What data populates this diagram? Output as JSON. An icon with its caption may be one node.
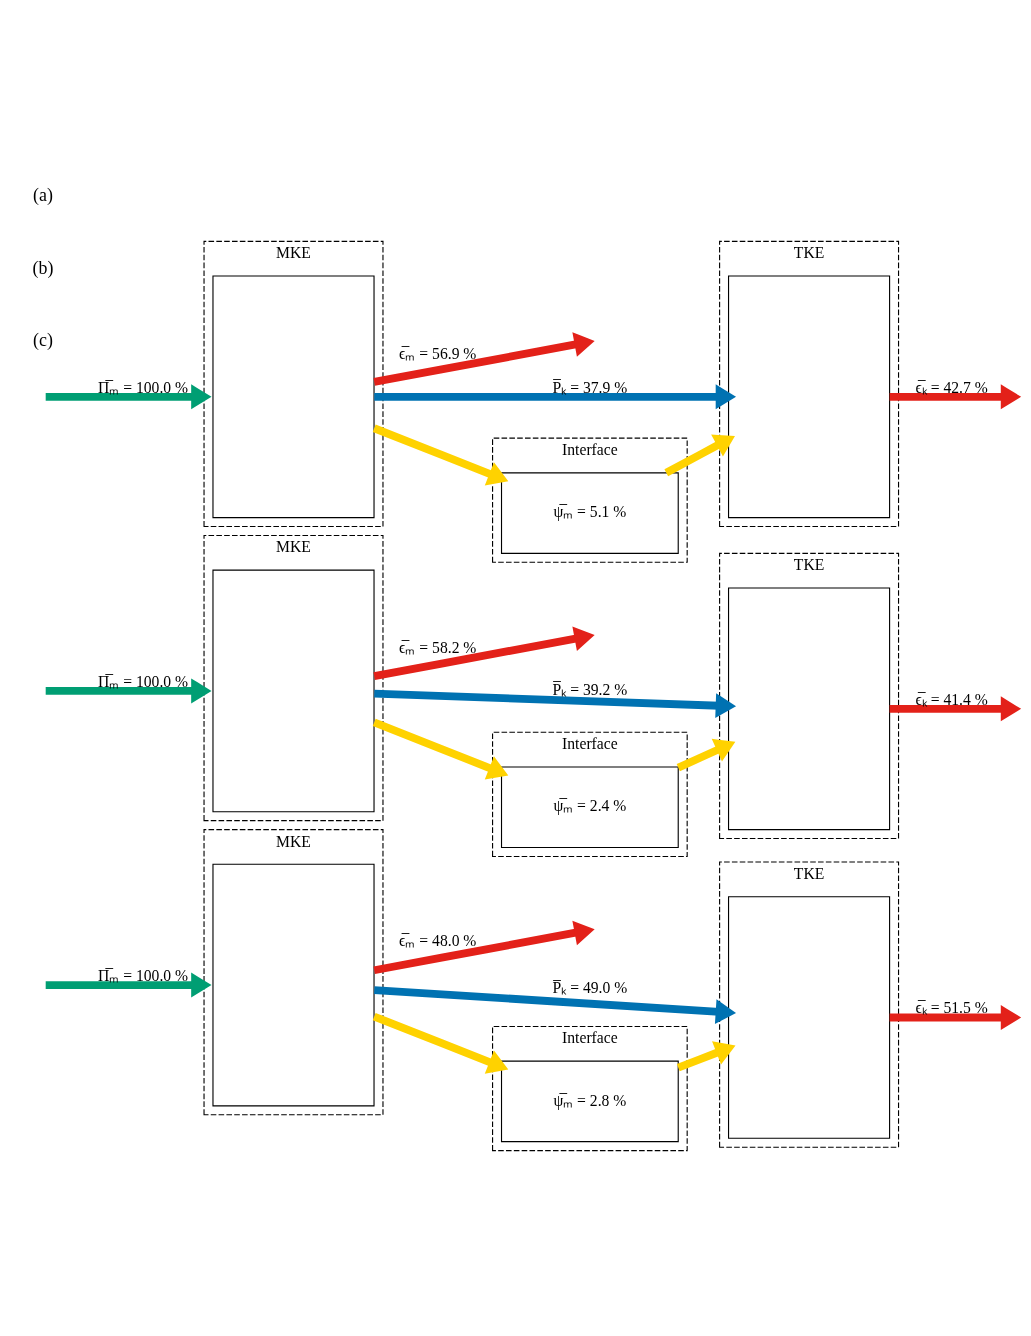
{
  "diagram": {
    "nodes": [
      {
        "text": [
          "MKE"
        ]
      },
      {
        "text": [],
        "shape": "box",
        "in": 0
      },
      {
        "text": [
          "Interface"
        ]
      },
      {
        "text": [
          "ψ̅ₘ = 2.8 %"
        ],
        "in": 2
      },
      {
        "text": [
          "TKE"
        ]
      },
      {
        "text": [],
        "shape": "box",
        "in": 4
      },
      {
        "text": [
          "MKE"
        ]
      },
      {
        "text": [],
        "shape": "box",
        "in": 6
      },
      {
        "text": [
          "Interface"
        ]
      },
      {
        "text": [
          "ψ̅ₘ = 2.4 %"
        ],
        "in": 8
      },
      {
        "text": [
          "TKE"
        ]
      },
      {
        "text": [],
        "shape": "box",
        "in": 10
      },
      {
        "text": [
          "MKE"
        ]
      },
      {
        "text": [],
        "shape": "box",
        "in": 12
      },
      {
        "text": [
          "Interface"
        ]
      },
      {
        "text": [
          "ψ̅ₘ = 5.1 %"
        ],
        "in": 14
      },
      {
        "text": [
          "TKE"
        ]
      },
      {
        "text": [],
        "shape": "box",
        "in": 16
      }
    ],
    "edges": [
      {
        "from": null,
        "to": 0,
        "arrow": "to",
        "label": "Π̅ₘ = 100.0 %",
        "color": "#009e73"
      },
      {
        "from": 1,
        "to": 5,
        "arrow": "to",
        "label": "P̅ₖ = 49.0 %",
        "color": "#0072b2"
      },
      {
        "from": 1,
        "to": 3,
        "arrow": "to",
        "color": "#ffd200"
      },
      {
        "from": 3,
        "to": 5,
        "arrow": "to",
        "color": "#ffd200"
      },
      {
        "from": 1,
        "to": null,
        "arrow": "to",
        "label": "ϵ̅ₘ = 48.0 %",
        "color": "#e32119"
      },
      {
        "from": 5,
        "to": null,
        "arrow": "to",
        "label": "ϵ̅ₖ = 51.5 %",
        "color": "#e32119"
      },
      {
        "from": null,
        "to": 6,
        "arrow": "to",
        "label": "Π̅ₘ = 100.0 %",
        "color": "#009e73"
      },
      {
        "from": 7,
        "to": 11,
        "arrow": "to",
        "label": "P̅ₖ = 39.2 %",
        "color": "#0072b2"
      },
      {
        "from": 7,
        "to": 9,
        "arrow": "to",
        "color": "#ffd200"
      },
      {
        "from": 9,
        "to": 11,
        "arrow": "to",
        "color": "#ffd200"
      },
      {
        "from": 7,
        "to": null,
        "arrow": "to",
        "label": "ϵ̅ₘ = 58.2 %",
        "color": "#e32119"
      },
      {
        "from": 11,
        "to": null,
        "arrow": "to",
        "label": "ϵ̅ₖ = 41.4 %",
        "color": "#e32119"
      },
      {
        "from": null,
        "to": 12,
        "arrow": "to",
        "label": "Π̅ₘ = 100.0 %",
        "color": "#009e73"
      },
      {
        "from": 13,
        "to": 17,
        "arrow": "to",
        "label": "P̅ₖ = 37.9 %",
        "color": "#0072b2"
      },
      {
        "from": 13,
        "to": 15,
        "arrow": "to",
        "color": "#ffd200"
      },
      {
        "from": 15,
        "to": 17,
        "arrow": "to",
        "color": "#ffd200"
      },
      {
        "from": 13,
        "to": null,
        "arrow": "to",
        "label": "ϵ̅ₘ = 56.9 %",
        "color": "#e32119"
      },
      {
        "from": 17,
        "to": null,
        "arrow": "to",
        "label": "ϵ̅ₖ = 42.7 %",
        "color": "#e32119"
      }
    ],
    "labels": [
      "(a)",
      "(b)",
      "(c)"
    ]
  }
}
